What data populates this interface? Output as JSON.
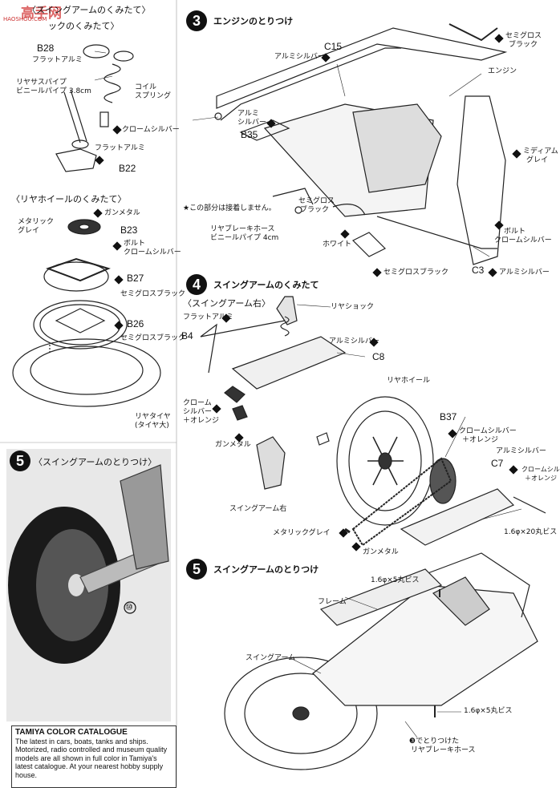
{
  "watermark": {
    "text": "高手网",
    "sub": "HAOSHOU.COM"
  },
  "left_column": {
    "top_heading": "〈スイングアームのくみたて〉",
    "top_heading_line2": "ックのくみたて〉",
    "parts": {
      "b28": "B28",
      "b22": "B22",
      "b23": "B23",
      "b27": "B27",
      "b26": "B26"
    },
    "labels": {
      "flat_alumi_1": "フラットアルミ",
      "rear_sus_pipe": "リヤサスパイプ",
      "vinyl_pipe": "ビニールパイプ 3.8cm",
      "coil_spring": "コイル",
      "coil_spring2": "スプリング",
      "chrome_silver_1": "クロームシルバー",
      "flat_alumi_2": "フラットアルミ",
      "rear_wheel_heading": "〈リヤホイールのくみたて〉",
      "gunmetal_1": "ガンメタル",
      "metallic_grey_1": "メタリック",
      "metallic_grey_2": "グレイ",
      "bolt": "ボルト",
      "bolt_chrome": "クロームシルバー",
      "semigloss_1": "セミグロスブラック",
      "semigloss_2": "セミグロスブラック",
      "rear_tire": "リヤタイヤ",
      "tire_large": "(タイヤ大)"
    }
  },
  "step5_left": {
    "number": "5",
    "heading": "〈スイングアームのとりつけ〉",
    "callout": "⑩"
  },
  "catalog": {
    "title": "TAMIYA COLOR CATALOGUE",
    "body": "The latest in cars, boats, tanks and ships. Motorized, radio controlled and museum quality models are all shown in full color in Tamiya's latest catalogue. At your nearest hobby supply house."
  },
  "step3": {
    "number": "3",
    "heading": "エンジンのとりつけ",
    "parts": {
      "c15": "C15",
      "b35": "B35",
      "c3": "C3"
    },
    "labels": {
      "semigloss_black": "セミグロス",
      "semigloss_black2": "ブラック",
      "alumi_silver_1": "アルミシルバー",
      "engine": "エンジン",
      "alumi_silver_2a": "アルミ",
      "alumi_silver_2b": "シルバー",
      "medium_grey_1": "ミディアム",
      "medium_grey_2": "グレイ",
      "not_glued": "★この部分は接着しません。",
      "semigloss_3a": "セミグロス",
      "semigloss_3b": "ブラック",
      "brake_hose": "リヤブレーキホース",
      "brake_hose2": "ビニールパイプ 4cm",
      "white": "ホワイト",
      "bolt": "ボルト",
      "bolt_chrome": "クロームシルバー",
      "semigloss_4": "セミグロスブラック",
      "alumi_silver_3": "アルミシルバー"
    }
  },
  "step4": {
    "number": "4",
    "heading": "スイングアームのくみたて",
    "sub": "〈スイングアーム右〉",
    "parts": {
      "b4": "B4",
      "c8": "C8",
      "b37": "B37",
      "c7": "C7"
    },
    "labels": {
      "rear_shock": "リヤショック",
      "flat_alumi": "フラットアルミ",
      "alumi_silver": "アルミシルバー",
      "chrome_silver_orange_a": "クローム",
      "chrome_silver_orange_b": "シルバー",
      "chrome_silver_orange_c": "＋オレンジ",
      "gunmetal": "ガンメタル",
      "rear_wheel": "リヤホイール",
      "chrome_silver_orange2_a": "クロームシルバー",
      "chrome_silver_orange2_b": "＋オレンジ",
      "alumi_silver_2": "アルミシルバー",
      "chrome_silver_orange3_a": "クロームシルバー",
      "chrome_silver_orange3_b": "＋オレンジ",
      "swingarm_right": "スイングアーム右",
      "screw": "1.6φ×20丸ビス",
      "metallic_grey": "メタリックグレイ",
      "gunmetal_2": "ガンメタル"
    }
  },
  "step5": {
    "number": "5",
    "heading": "スイングアームのとりつけ",
    "labels": {
      "screw_1": "1.6φ×5丸ビス",
      "frame": "フレーム",
      "swingarm": "スイングアーム",
      "screw_2": "1.6φ×5丸ビス",
      "brake_hose_a": "❸でとりつけた",
      "brake_hose_b": "リヤブレーキホース"
    }
  }
}
